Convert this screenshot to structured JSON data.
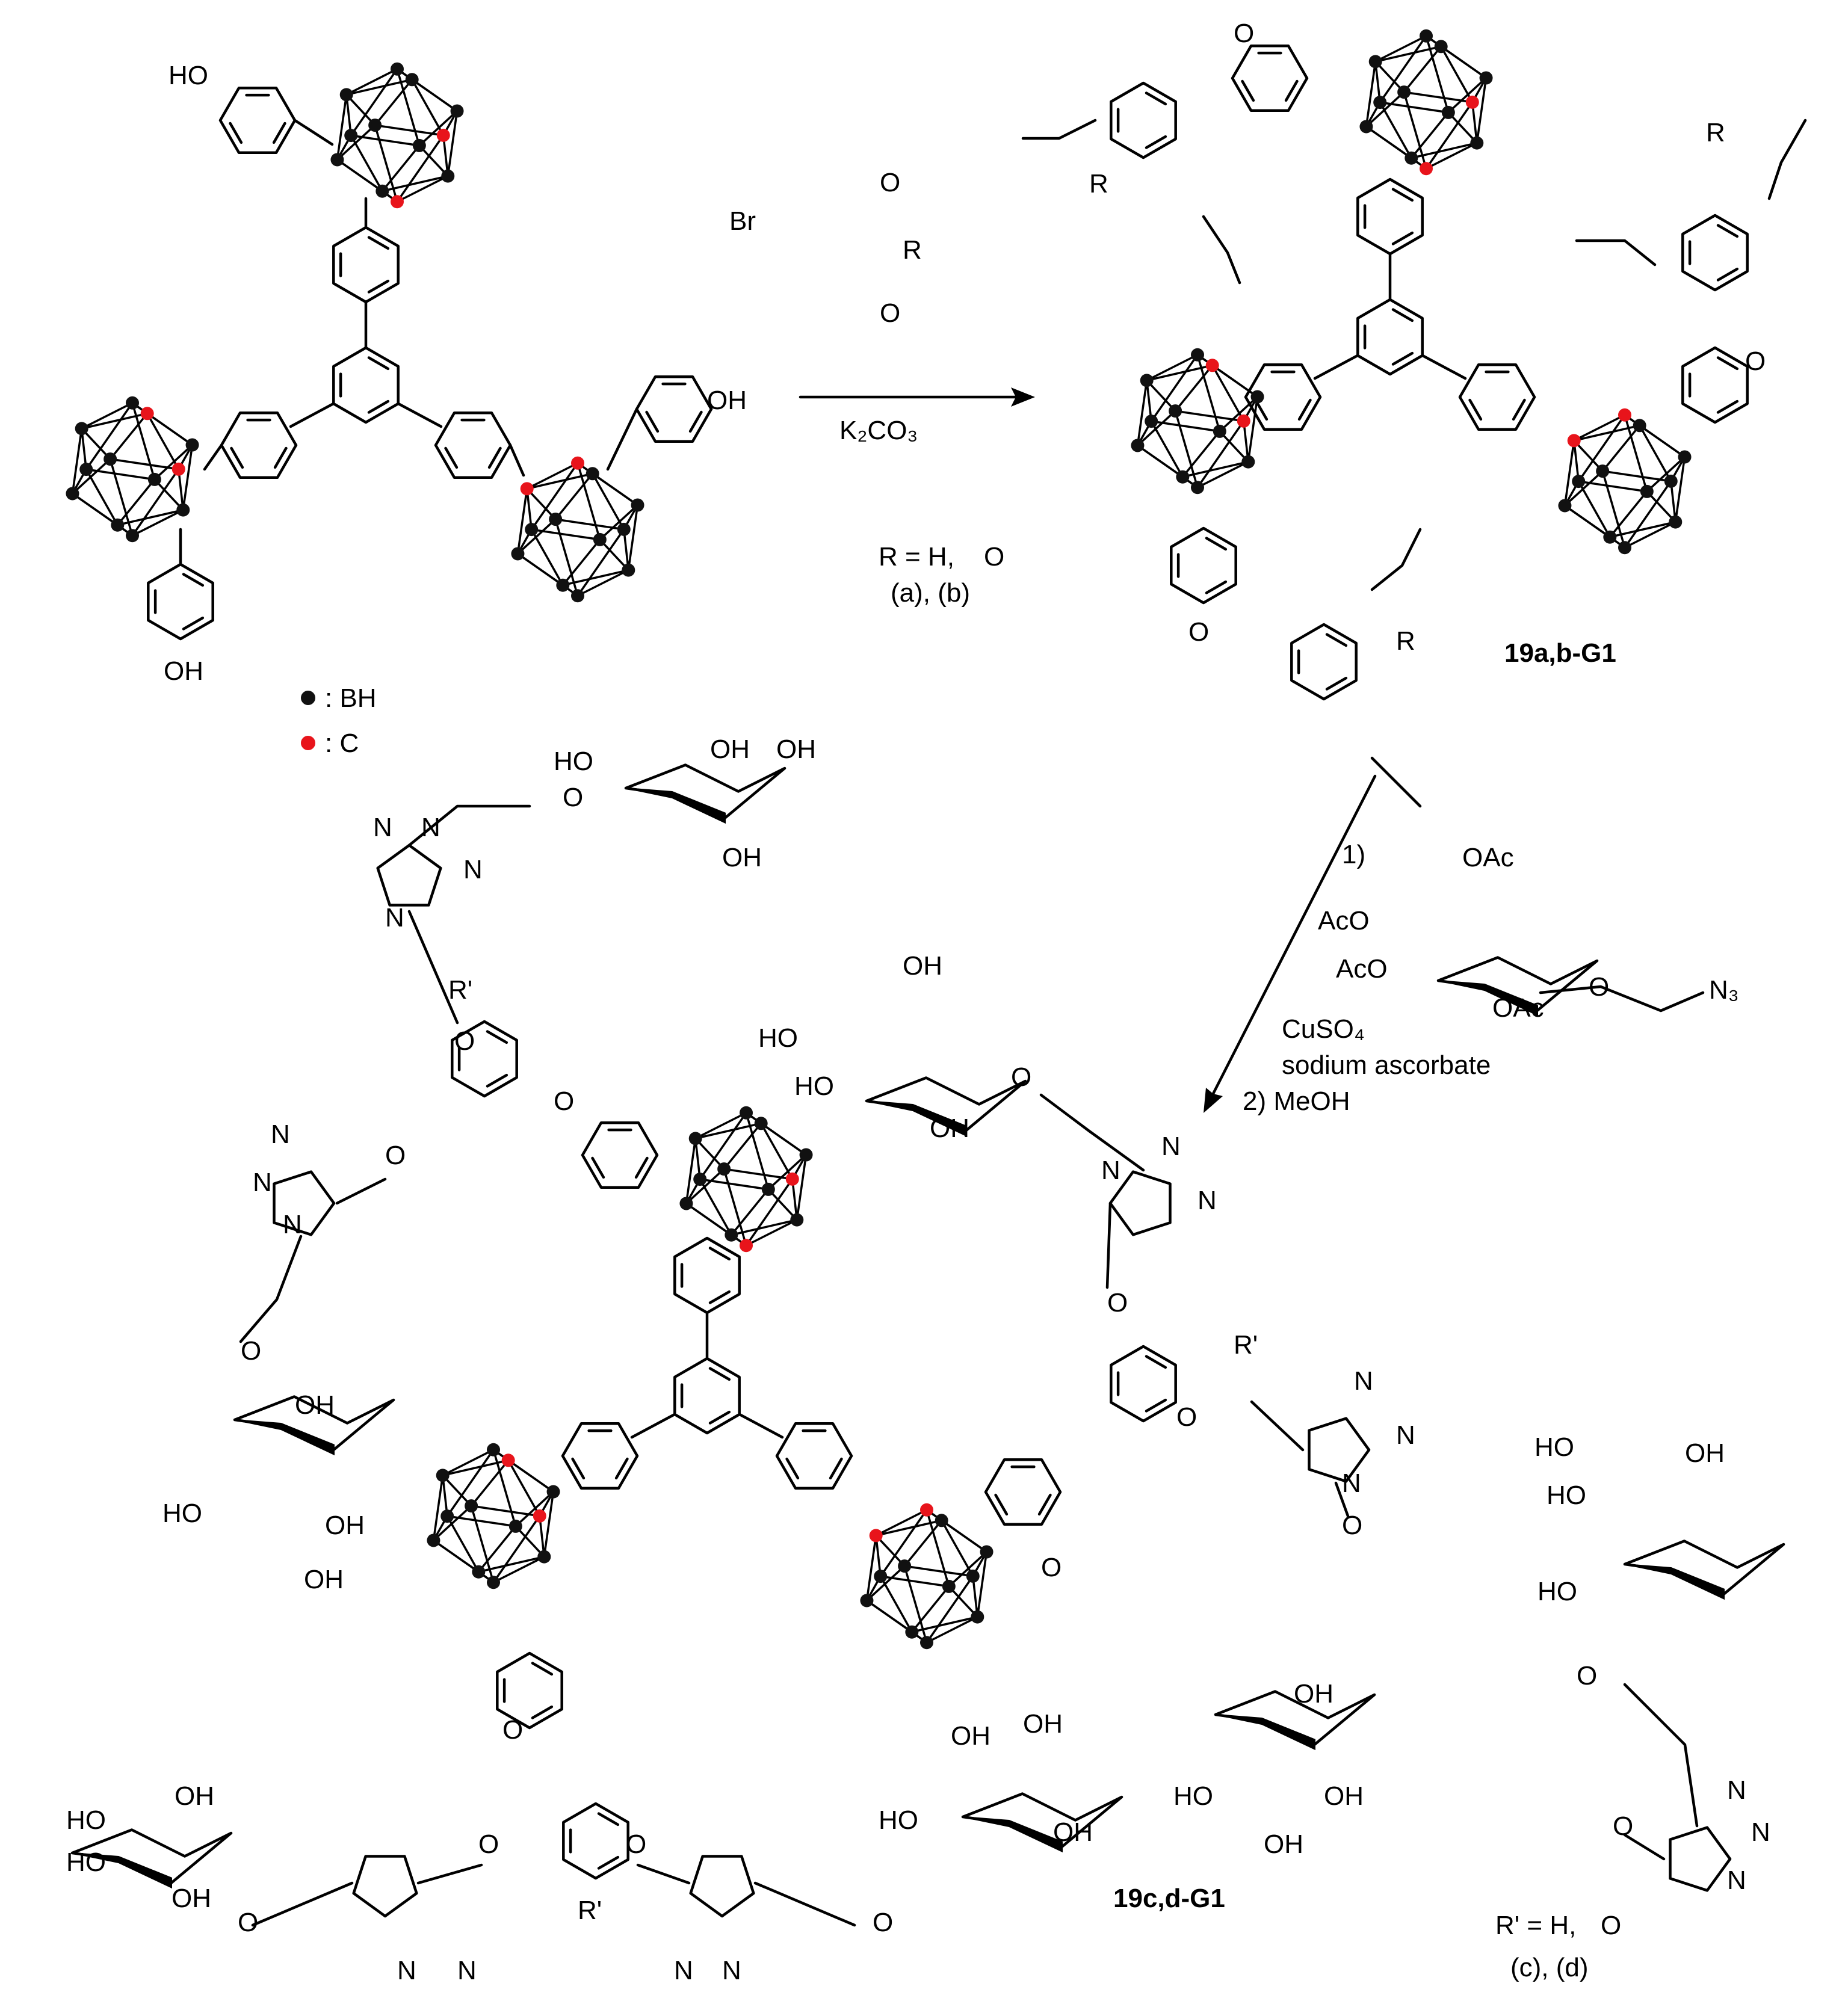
{
  "colors": {
    "boron": "#111111",
    "carbon": "#e8141b",
    "bond": "#000000"
  },
  "legend": {
    "bh": ": BH",
    "c": ": C"
  },
  "step1": {
    "reagent_br": "Br",
    "reagent_r": "R",
    "base": "K₂CO₃",
    "r_def": "R = H,",
    "r_o": "O",
    "variants": "(a),  (b)"
  },
  "step2": {
    "step1_label": "1)",
    "catalyst": "CuSO₄",
    "reductant": "sodium ascorbate",
    "step2_label": "2) MeOH",
    "n3": "N₃",
    "oac": "OAc",
    "aco": "AcO"
  },
  "r_prime_def": {
    "text": "R' = H,",
    "o": "O",
    "variants": "(c),  (d)"
  },
  "compounds": {
    "g1_ab": "19a,b-G1",
    "g1_cd": "19c,d-G1"
  },
  "atoms": {
    "oh": "OH",
    "ho": "HO",
    "o": "O",
    "r": "R",
    "rp": "R'",
    "n": "N"
  }
}
